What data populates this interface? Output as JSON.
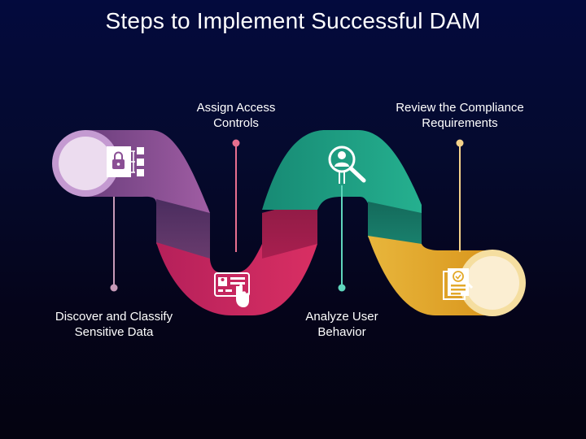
{
  "title": "Steps to Implement Successful DAM",
  "steps": [
    {
      "label": "Discover and Classify Sensitive Data",
      "lines": [
        "Discover and Classify",
        "Sensitive Data"
      ],
      "icon": "locked-folder-icon",
      "color": "#8a4f94",
      "dot": "#c79ab8"
    },
    {
      "label": "Assign Access Controls",
      "lines": [
        "Assign Access",
        "Controls"
      ],
      "icon": "access-card-icon",
      "color": "#c4255c",
      "dot": "#e76f8f"
    },
    {
      "label": "Analyze User Behavior",
      "lines": [
        "Analyze User",
        "Behavior"
      ],
      "icon": "user-magnifier-icon",
      "color": "#1d9a80",
      "dot": "#5fd6bd"
    },
    {
      "label": "Review the Compliance Requirements",
      "lines": [
        "Review the Compliance",
        "Requirements"
      ],
      "icon": "compliance-document-icon",
      "color": "#e3a92a",
      "dot": "#f4d28a"
    }
  ]
}
